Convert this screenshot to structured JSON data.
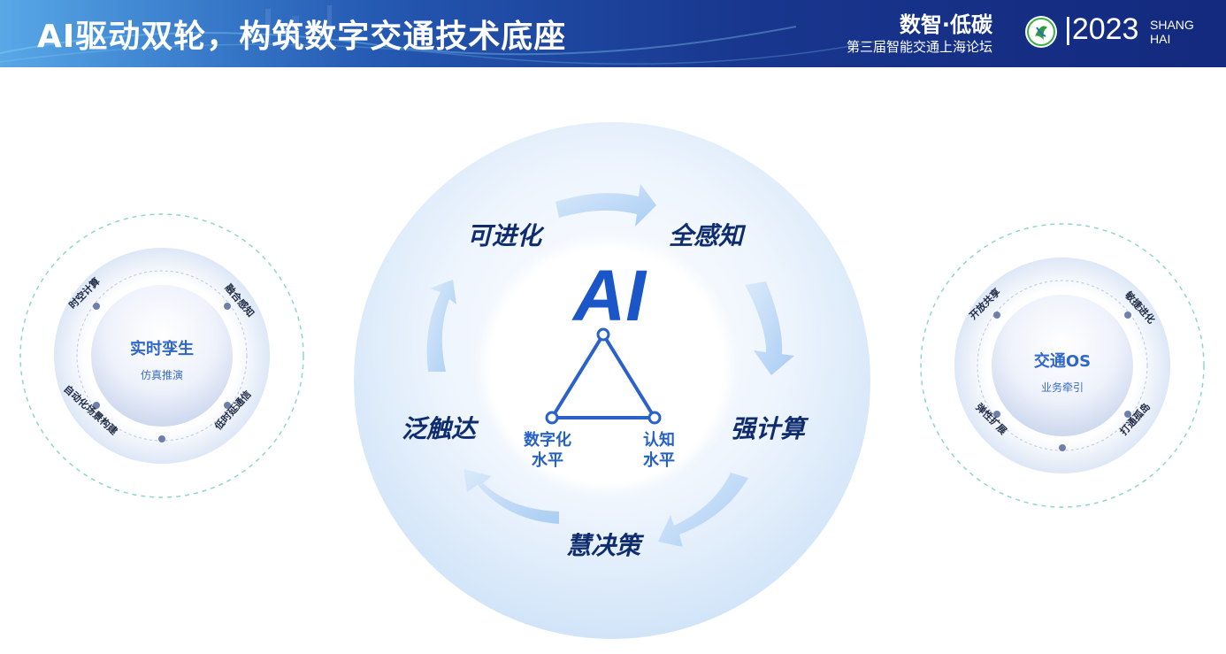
{
  "header": {
    "title": "AI驱动双轮，构筑数字交通技术底座",
    "slogan": "数智·低碳",
    "forum": "第三届智能交通上海论坛",
    "year": "|2023",
    "city_line1": "SHANG",
    "city_line2": "HAI"
  },
  "center": {
    "ai_label": "AI",
    "cycle": [
      "可进化",
      "全感知",
      "强计算",
      "慧决策",
      "泛触达"
    ],
    "triangle_left_line1": "数字化",
    "triangle_left_line2": "水平",
    "triangle_right_line1": "认知",
    "triangle_right_line2": "水平"
  },
  "left_disc": {
    "title": "实时孪生",
    "subtitle": "仿真推演",
    "tags": [
      "时空计算",
      "融合感知",
      "自动化场景构建",
      "低时延通信"
    ]
  },
  "right_disc": {
    "title": "交通OS",
    "subtitle": "业务牵引",
    "tags": [
      "开放共享",
      "敏捷进化",
      "弹性扩展",
      "打通孤岛"
    ]
  },
  "colors": {
    "header_bg": "#17338b",
    "accent_blue": "#1a56c8",
    "label_dark": "#0f2d6e",
    "arrow_light": "#bcd8f6"
  },
  "icons": {
    "forum_logo": "forum-logo-icon"
  }
}
